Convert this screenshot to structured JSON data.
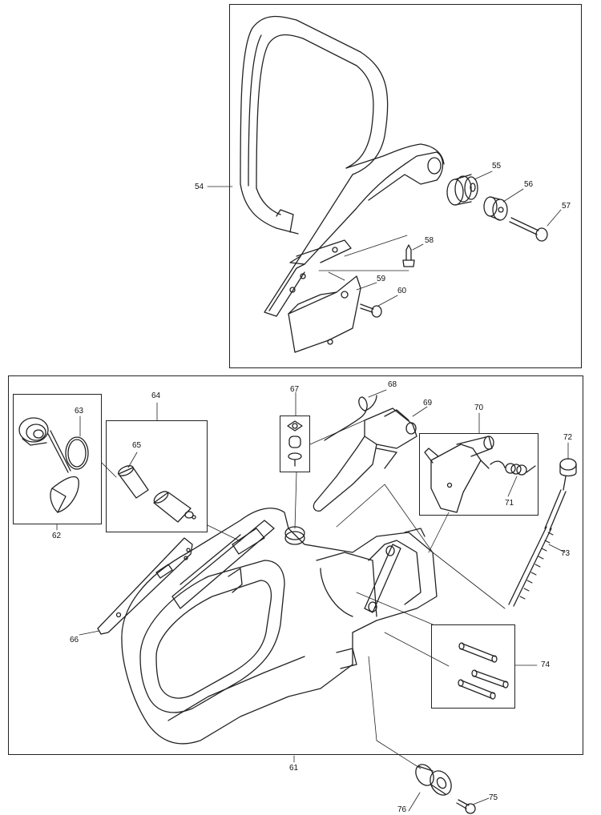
{
  "parts": {
    "p54": "54",
    "p55": "55",
    "p56": "56",
    "p57": "57",
    "p58": "58",
    "p59": "59",
    "p60": "60",
    "p61": "61",
    "p62": "62",
    "p63": "63",
    "p64": "64",
    "p65": "65",
    "p66": "66",
    "p67": "67",
    "p68": "68",
    "p69": "69",
    "p70": "70",
    "p71": "71",
    "p72": "72",
    "p73": "73",
    "p74": "74",
    "p75": "75",
    "p76": "76"
  }
}
